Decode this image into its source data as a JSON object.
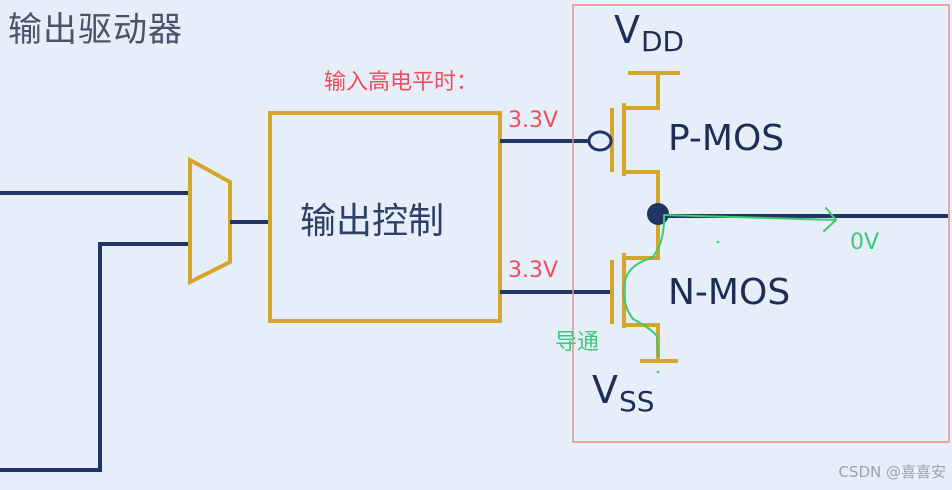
{
  "title": "输出驱动器",
  "annotation_high_input": "输入高电平时：",
  "pmos_gate_voltage": "3.3V",
  "nmos_gate_voltage": "3.3V",
  "control_block_label": "输出控制",
  "pmos_label": "P-MOS",
  "nmos_label": "N-MOS",
  "vdd_main": "V",
  "vdd_sub": "DD",
  "vss_main": "V",
  "vss_sub": "SS",
  "output_voltage": "0V",
  "conduction_label": "导通",
  "watermark": "CSDN @喜喜安",
  "colors": {
    "background": "#e6eefa",
    "wire": "#1f3566",
    "component": "#d4a62a",
    "highlight_box": "#f08a8a",
    "annotation_red": "#ee4d5c",
    "annotation_green": "#3ccb72"
  }
}
